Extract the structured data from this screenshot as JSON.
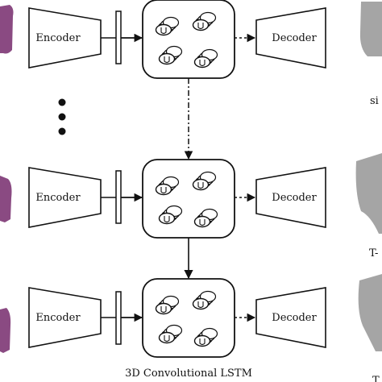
{
  "rows": [
    {
      "encoder_label": "Encoder",
      "decoder_label": "Decoder",
      "output_label": "si"
    },
    {
      "encoder_label": "Encoder",
      "decoder_label": "Decoder",
      "output_label": "T-"
    },
    {
      "encoder_label": "Encoder",
      "decoder_label": "Decoder",
      "output_label": "T"
    }
  ],
  "lstm_caption": "3D Convolutional LSTM",
  "colors": {
    "stroke": "#111111",
    "input_object": "#8a4a82",
    "output_object": "#a5a5a5"
  }
}
